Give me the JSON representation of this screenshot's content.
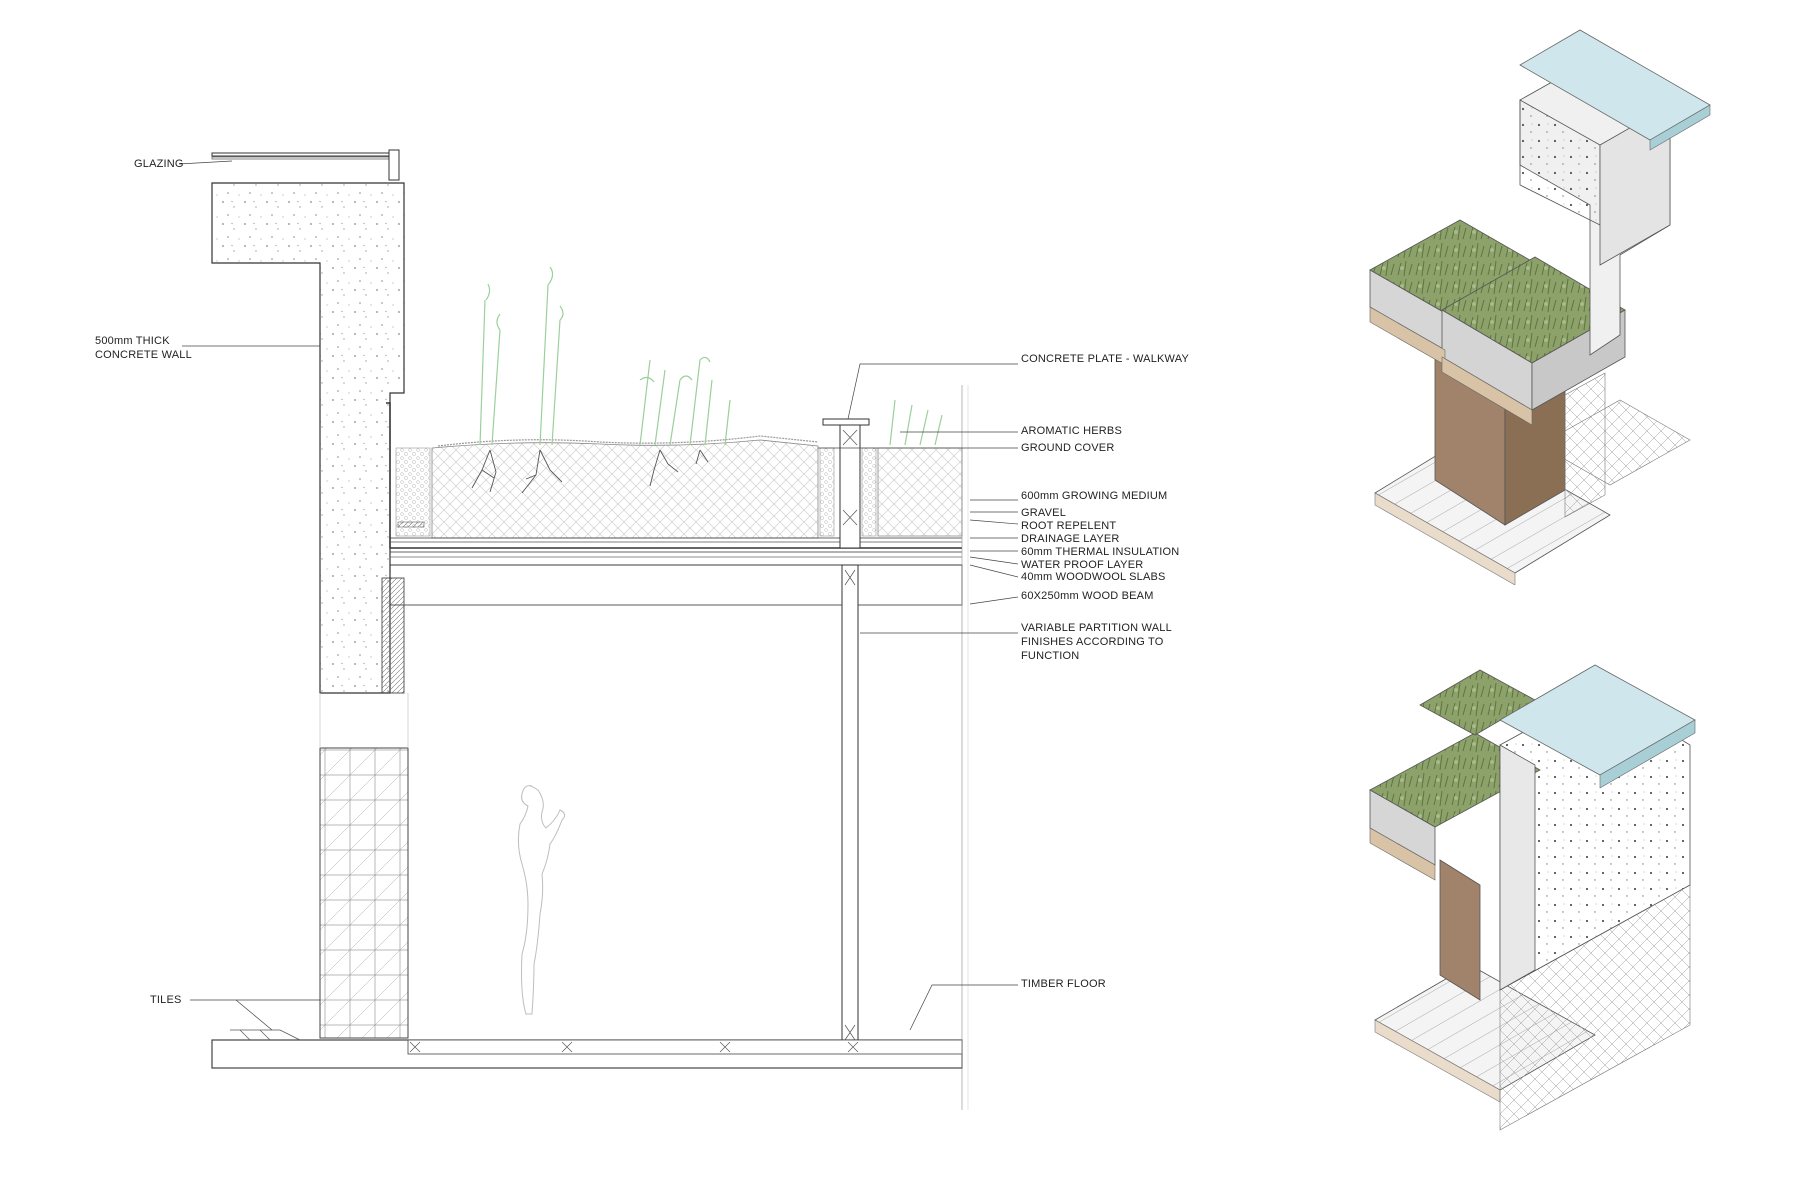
{
  "section_labels": {
    "glazing": "GLAZING",
    "concrete_wall": "500mm THICK\nCONCRETE WALL",
    "tiles": "TILES",
    "concrete_plate": "CONCRETE PLATE - WALKWAY",
    "aromatic_herbs": "AROMATIC HERBS",
    "ground_cover": "GROUND COVER",
    "growing_medium": "600mm GROWING MEDIUM",
    "gravel": "GRAVEL",
    "root_repelent": "ROOT REPELENT",
    "drainage_layer": "DRAINAGE LAYER",
    "thermal_insulation": "60mm THERMAL INSULATION",
    "water_proof": "WATER PROOF LAYER",
    "woodwool": "40mm WOODWOOL SLABS",
    "wood_beam": "60X250mm WOOD BEAM",
    "partition_wall": "VARIABLE PARTITION WALL\nFINISHES ACCORDING TO\nFUNCTION",
    "timber_floor": "TIMBER FLOOR"
  },
  "colors": {
    "line": "#333333",
    "concrete": "#f6f6f6",
    "soil": "#f2f2f2",
    "plant_green": "#9ccf9c",
    "wood": "#a0836a",
    "glass": "#cfe7ec",
    "greenery": "#7f9a5e"
  }
}
